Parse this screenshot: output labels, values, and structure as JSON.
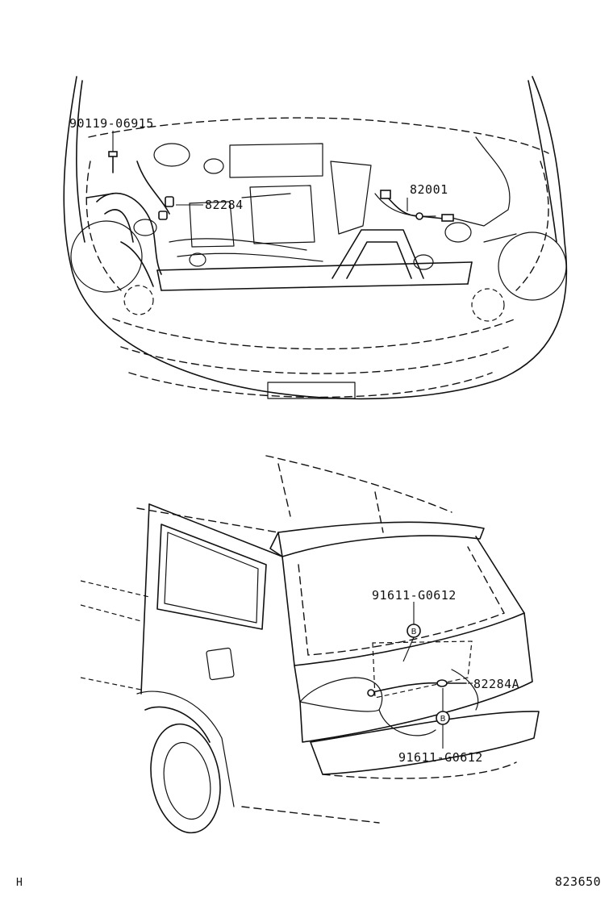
{
  "parts": {
    "bolt_engine": "90119-06915",
    "harness_engine": "82284",
    "harness_main": "82001",
    "clip_upper": "91611-G0612",
    "harness_door": "82284A",
    "clip_lower": "91611-G0612"
  },
  "callouts": {
    "clip_upper_letter": "B",
    "clip_lower_letter": "B"
  },
  "footer": {
    "left_code": "H",
    "figure_number": "823650"
  }
}
